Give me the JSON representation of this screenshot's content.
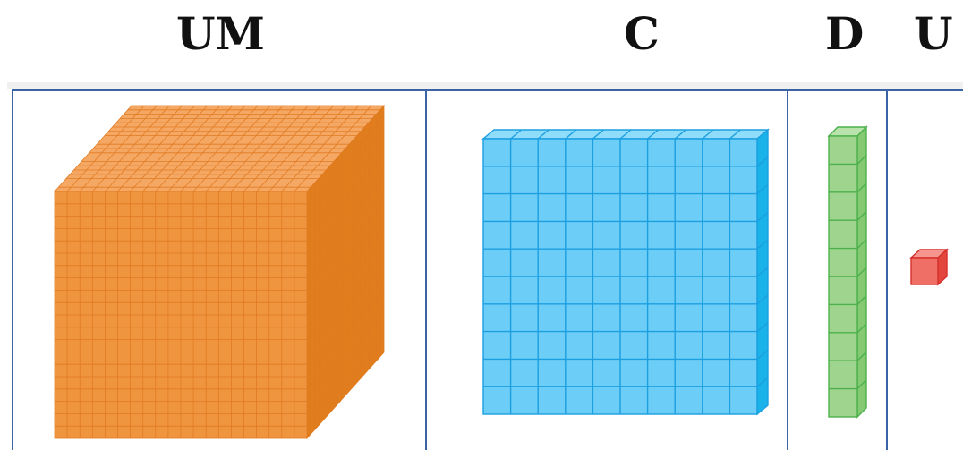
{
  "headers": {
    "um": "UM",
    "c": "C",
    "d": "D",
    "u": "U"
  },
  "blocks": {
    "thousand_cube": {
      "grid": 20,
      "icon": "thousand-cube-icon",
      "face_color": "#f0953f",
      "top_color": "#f5a863",
      "side_color": "#e07d1c",
      "line_color": "#e07a22"
    },
    "hundred_flat": {
      "grid": 10,
      "icon": "hundred-flat-icon",
      "face_color": "#6ccdf6",
      "top_color": "#8fdcfb",
      "side_color": "#19b3ea",
      "line_color": "#1b9fe0"
    },
    "ten_rod": {
      "grid": 10,
      "icon": "ten-rod-icon",
      "face_color": "#9ed48e",
      "top_color": "#b9e3ac",
      "side_color": "#86c973",
      "line_color": "#4cb14a"
    },
    "unit_cube": {
      "grid": 1,
      "icon": "unit-cube-icon",
      "face_color": "#ef6f66",
      "top_color": "#f5958e",
      "side_color": "#e3463d",
      "line_color": "#d7302c"
    }
  }
}
